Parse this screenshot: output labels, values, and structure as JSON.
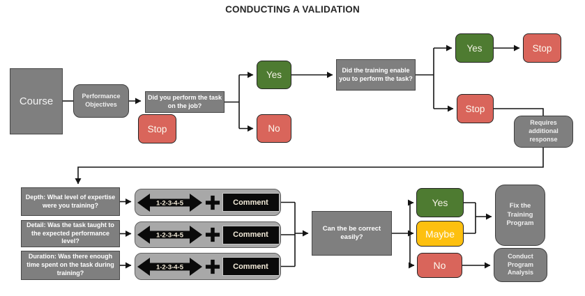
{
  "title": "CONDUCTING A VALIDATION",
  "colors": {
    "green": "#4e7b31",
    "red": "#d9655b",
    "yellow": "#fdc00f",
    "gray_box": "#7f7f7f",
    "light_gray_row": "#a8a8a8",
    "black_shape": "#0a0a0a",
    "line": "#141414"
  },
  "top_flow": {
    "course": "Course",
    "performance_objectives": "Performance Objectives",
    "question_job": "Did you perform the task on the job?",
    "yes_job": "Yes",
    "no_job": "No",
    "stop_no": "Stop",
    "question_training": "Did the training enable you to perform the task?",
    "yes_training": "Yes",
    "stop_after_yes": "Stop",
    "stop_training": "Stop",
    "requires_additional": "Requires additional response"
  },
  "rating_rows": [
    {
      "question": "Depth: What level of expertise were you training?",
      "scale": "1-2-3-4-5",
      "comment": "Comment"
    },
    {
      "question": "Detail: Was the task taught to the expected performance level?",
      "scale": "1-2-3-4-5",
      "comment": "Comment"
    },
    {
      "question": "Duration: Was there enough time spent on the task during training?",
      "scale": "1-2-3-4-5",
      "comment": "Comment"
    }
  ],
  "decision": {
    "question": "Can the be correct easily?",
    "yes": "Yes",
    "maybe": "Maybe",
    "no": "No",
    "fix_program": "Fix the Training Program",
    "conduct_analysis": "Conduct Program Analysis"
  }
}
